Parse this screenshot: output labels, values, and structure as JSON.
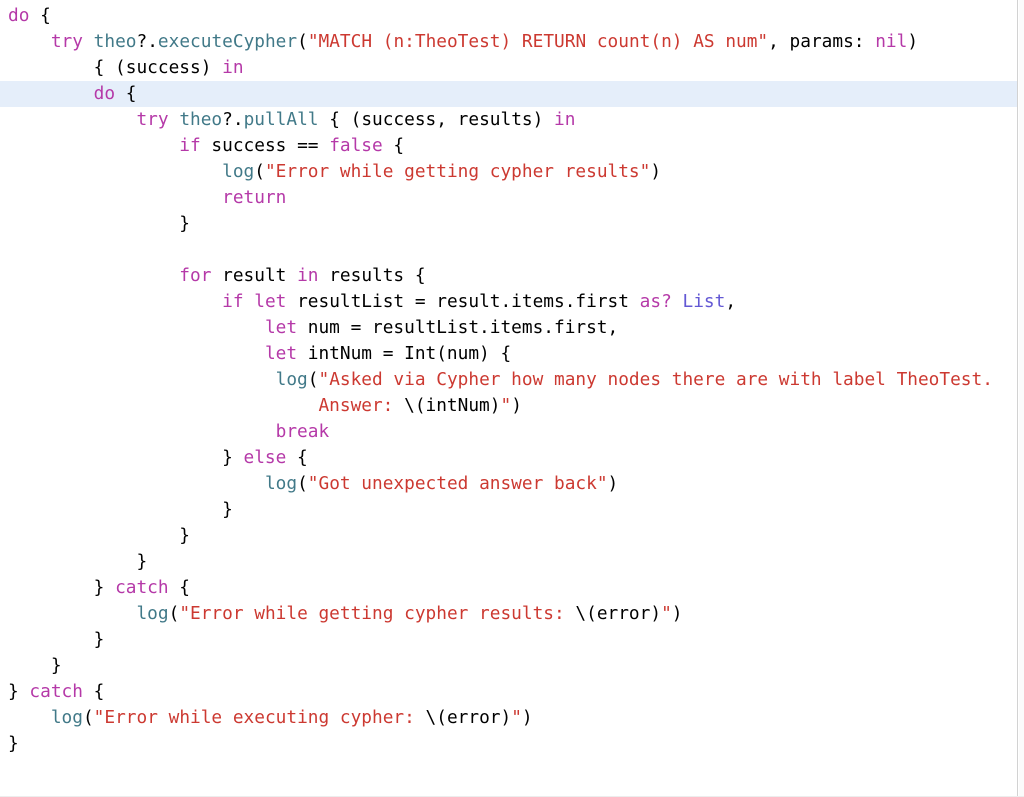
{
  "editor": {
    "language": "swift",
    "background": "#ffffff",
    "selected_line_background": "#e5eefa",
    "selected_line_index": 3,
    "colors": {
      "keyword": "#b539a8",
      "project": "#417988",
      "string": "#cc3931",
      "type": "#6358d4",
      "plain": "#000000"
    },
    "lines": [
      [
        [
          "keyword",
          "do"
        ],
        [
          "plain",
          " {"
        ]
      ],
      [
        [
          "plain",
          "    "
        ],
        [
          "keyword",
          "try"
        ],
        [
          "plain",
          " "
        ],
        [
          "project",
          "theo"
        ],
        [
          "plain",
          "?."
        ],
        [
          "project",
          "executeCypher"
        ],
        [
          "plain",
          "("
        ],
        [
          "string",
          "\"MATCH (n:TheoTest) RETURN count(n) AS num\""
        ],
        [
          "plain",
          ", params: "
        ],
        [
          "keyword",
          "nil"
        ],
        [
          "plain",
          ")"
        ]
      ],
      [
        [
          "plain",
          "        { (success) "
        ],
        [
          "keyword",
          "in"
        ]
      ],
      [
        [
          "plain",
          "        "
        ],
        [
          "keyword",
          "do"
        ],
        [
          "plain",
          " {"
        ]
      ],
      [
        [
          "plain",
          "            "
        ],
        [
          "keyword",
          "try"
        ],
        [
          "plain",
          " "
        ],
        [
          "project",
          "theo"
        ],
        [
          "plain",
          "?."
        ],
        [
          "project",
          "pullAll"
        ],
        [
          "plain",
          " { (success, results) "
        ],
        [
          "keyword",
          "in"
        ]
      ],
      [
        [
          "plain",
          "                "
        ],
        [
          "keyword",
          "if"
        ],
        [
          "plain",
          " success == "
        ],
        [
          "keyword",
          "false"
        ],
        [
          "plain",
          " {"
        ]
      ],
      [
        [
          "plain",
          "                    "
        ],
        [
          "project",
          "log"
        ],
        [
          "plain",
          "("
        ],
        [
          "string",
          "\"Error while getting cypher results\""
        ],
        [
          "plain",
          ")"
        ]
      ],
      [
        [
          "plain",
          "                    "
        ],
        [
          "keyword",
          "return"
        ]
      ],
      [
        [
          "plain",
          "                }"
        ]
      ],
      [],
      [
        [
          "plain",
          "                "
        ],
        [
          "keyword",
          "for"
        ],
        [
          "plain",
          " result "
        ],
        [
          "keyword",
          "in"
        ],
        [
          "plain",
          " results {"
        ]
      ],
      [
        [
          "plain",
          "                    "
        ],
        [
          "keyword",
          "if"
        ],
        [
          "plain",
          " "
        ],
        [
          "keyword",
          "let"
        ],
        [
          "plain",
          " resultList = result.items.first "
        ],
        [
          "keyword",
          "as?"
        ],
        [
          "plain",
          " "
        ],
        [
          "type",
          "List"
        ],
        [
          "plain",
          ","
        ]
      ],
      [
        [
          "plain",
          "                        "
        ],
        [
          "keyword",
          "let"
        ],
        [
          "plain",
          " num = resultList.items.first,"
        ]
      ],
      [
        [
          "plain",
          "                        "
        ],
        [
          "keyword",
          "let"
        ],
        [
          "plain",
          " intNum = Int(num) {"
        ]
      ],
      [
        [
          "plain",
          "                         "
        ],
        [
          "project",
          "log"
        ],
        [
          "plain",
          "("
        ],
        [
          "string",
          "\"Asked via Cypher how many nodes there are with label TheoTest."
        ]
      ],
      [
        [
          "plain",
          "                             "
        ],
        [
          "string",
          "Answer: "
        ],
        [
          "plain",
          "\\(intNum)"
        ],
        [
          "string",
          "\""
        ],
        [
          "plain",
          ")"
        ]
      ],
      [
        [
          "plain",
          "                         "
        ],
        [
          "keyword",
          "break"
        ]
      ],
      [
        [
          "plain",
          "                    } "
        ],
        [
          "keyword",
          "else"
        ],
        [
          "plain",
          " {"
        ]
      ],
      [
        [
          "plain",
          "                        "
        ],
        [
          "project",
          "log"
        ],
        [
          "plain",
          "("
        ],
        [
          "string",
          "\"Got unexpected answer back\""
        ],
        [
          "plain",
          ")"
        ]
      ],
      [
        [
          "plain",
          "                    }"
        ]
      ],
      [
        [
          "plain",
          "                }"
        ]
      ],
      [
        [
          "plain",
          "            }"
        ]
      ],
      [
        [
          "plain",
          "        } "
        ],
        [
          "keyword",
          "catch"
        ],
        [
          "plain",
          " {"
        ]
      ],
      [
        [
          "plain",
          "            "
        ],
        [
          "project",
          "log"
        ],
        [
          "plain",
          "("
        ],
        [
          "string",
          "\"Error while getting cypher results: "
        ],
        [
          "plain",
          "\\(error)"
        ],
        [
          "string",
          "\""
        ],
        [
          "plain",
          ")"
        ]
      ],
      [
        [
          "plain",
          "        }"
        ]
      ],
      [
        [
          "plain",
          "    }"
        ]
      ],
      [
        [
          "plain",
          "} "
        ],
        [
          "keyword",
          "catch"
        ],
        [
          "plain",
          " {"
        ]
      ],
      [
        [
          "plain",
          "    "
        ],
        [
          "project",
          "log"
        ],
        [
          "plain",
          "("
        ],
        [
          "string",
          "\"Error while executing cypher: "
        ],
        [
          "plain",
          "\\(error)"
        ],
        [
          "string",
          "\""
        ],
        [
          "plain",
          ")"
        ]
      ],
      [
        [
          "plain",
          "}"
        ]
      ]
    ]
  }
}
